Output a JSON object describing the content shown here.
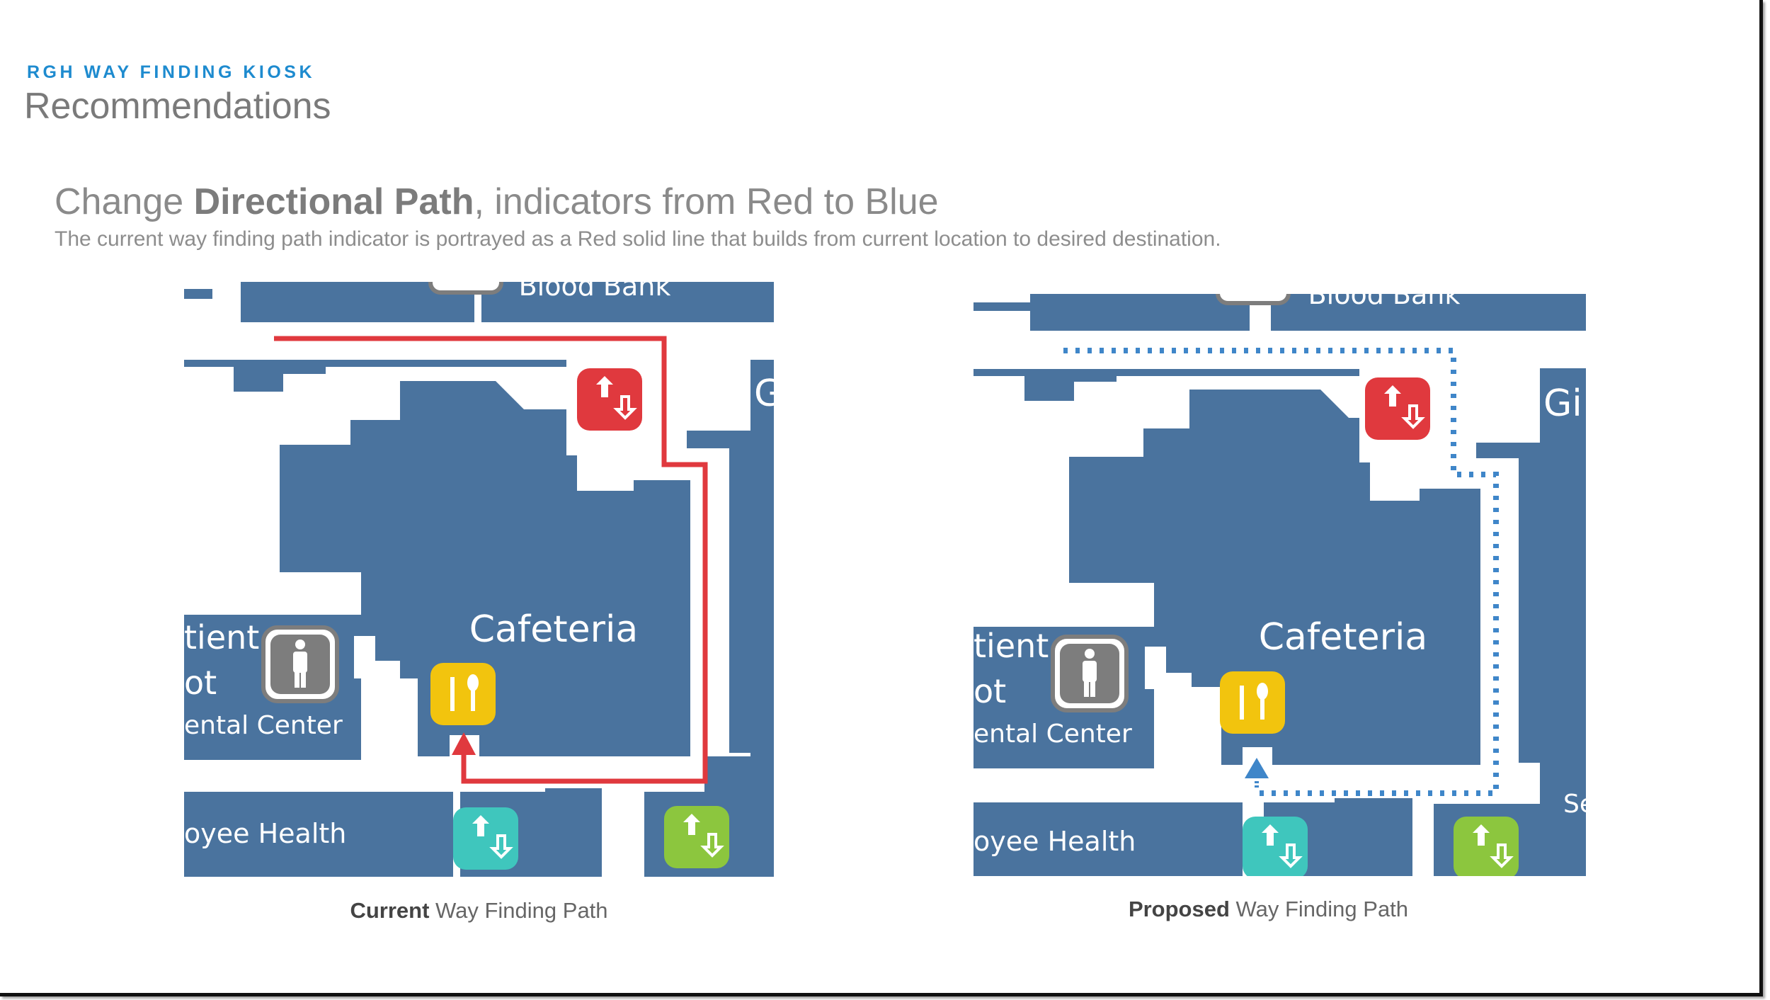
{
  "header": {
    "kicker": "RGH WAY FINDING KIOSK",
    "title": "Recommendations"
  },
  "headline": {
    "prefix": "Change ",
    "bold": "Directional Path",
    "suffix": ", indicators from Red to Blue"
  },
  "subline": "The current way finding path indicator is portrayed as a Red solid line that builds from current location to desired destination.",
  "map_labels": {
    "blood_bank": "Blood Bank",
    "cafeteria": "Cafeteria",
    "tient": "tient",
    "ot": "ot",
    "ental_center": "ental Center",
    "oyee_health": "oyee Health",
    "g_partial": "G",
    "gi_partial": "Gi",
    "se_partial": "Se"
  },
  "captions": {
    "current_bold": "Current",
    "current_rest": " Way Finding Path",
    "proposed_bold": "Proposed",
    "proposed_rest": " Way Finding Path"
  },
  "colors": {
    "kicker": "#1e8bcf",
    "floor": "#4a739e",
    "current_path": "#e0393e",
    "proposed_path": "#3f86c9",
    "elevator_red": "#e0393e",
    "elevator_teal": "#3fc6bd",
    "elevator_green": "#8cc63e",
    "food_icon": "#f2c40e",
    "restroom_icon": "#7d7d7d"
  },
  "icons": [
    "elevator-icon",
    "food-icon",
    "restroom-icon",
    "arrow-up-icon"
  ]
}
